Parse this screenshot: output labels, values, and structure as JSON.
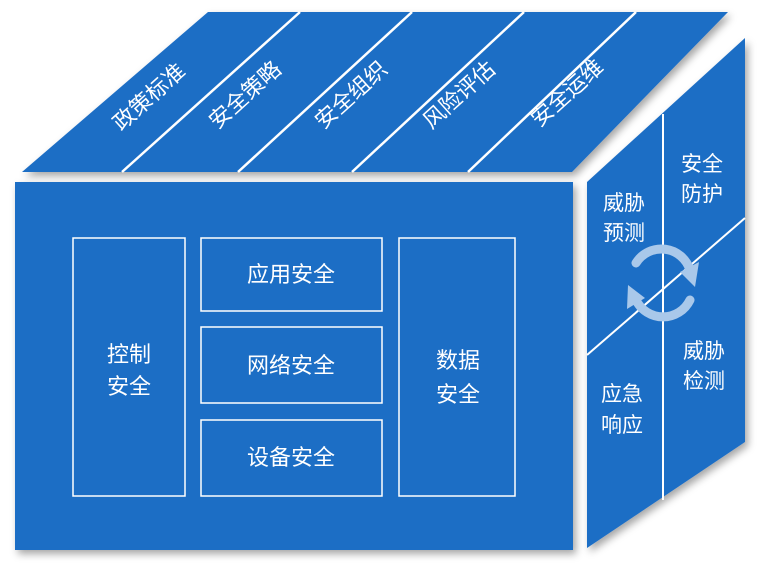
{
  "colors": {
    "primary": "#1f6ec5",
    "line": "#ffffff",
    "arrow": "#a9c8ea",
    "background": "#ffffff"
  },
  "top_face": {
    "items": [
      "政策标准",
      "安全策略",
      "安全组织",
      "风险评估",
      "安全运维"
    ]
  },
  "front_face": {
    "left_box": [
      "控制",
      "安全"
    ],
    "middle_boxes": [
      "应用安全",
      "网络安全",
      "设备安全"
    ],
    "right_box": [
      "数据",
      "安全"
    ]
  },
  "side_face": {
    "top_left": [
      "威胁",
      "预测"
    ],
    "top_right": [
      "安全",
      "防护"
    ],
    "bottom_right": [
      "威胁",
      "检测"
    ],
    "bottom_left": [
      "应急",
      "响应"
    ],
    "cycle_icon": "circular-arrows-icon"
  }
}
